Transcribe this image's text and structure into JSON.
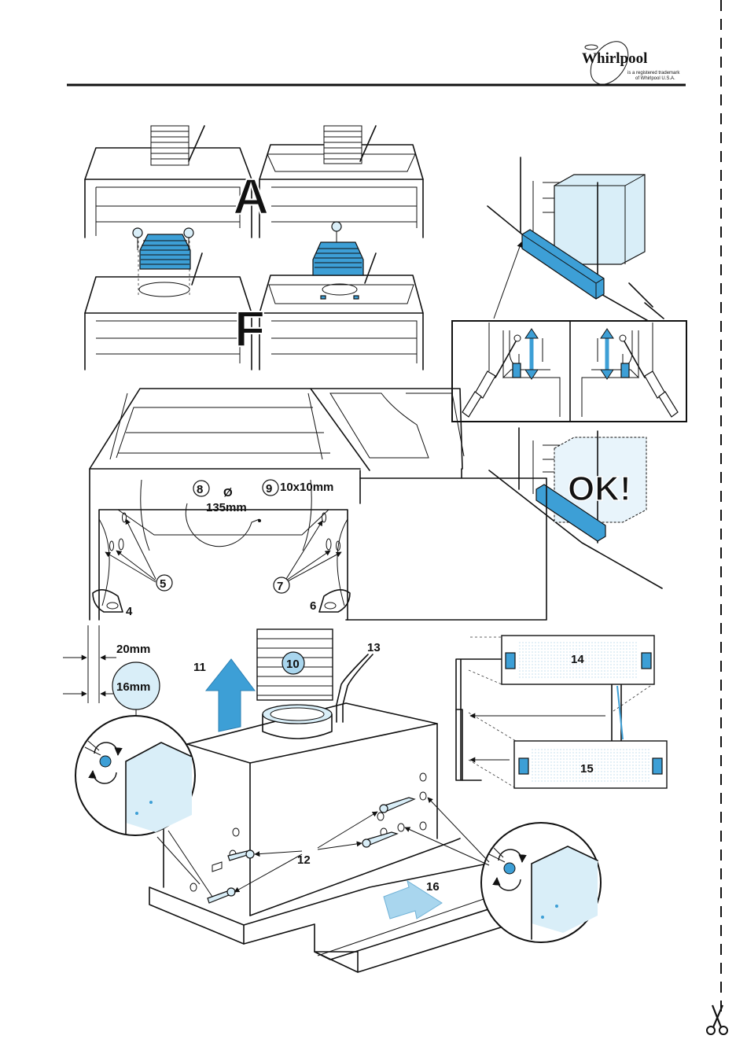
{
  "brand": {
    "logo_text": "Whirlpool",
    "trademark_line1": "is a registered trademark",
    "trademark_line2": "of Whirlpool U.S.A."
  },
  "panels": {
    "top_left": {
      "letter_a": "A",
      "letter_f": "F"
    },
    "right_top": {},
    "right_bottom": {
      "ok_text": "OK!"
    }
  },
  "callouts": {
    "c4": "4",
    "c5": "5",
    "c6": "6",
    "c7": "7",
    "c8": "8",
    "diameter_symbol": "Ø",
    "diameter_value": "135mm",
    "c9": "9",
    "hole_size": "10x10mm",
    "c10": "10",
    "c11": "11",
    "c12": "12",
    "c13": "13",
    "c14": "14",
    "c15": "15",
    "c16": "16",
    "dim_20": "20mm",
    "dim_16": "16mm"
  },
  "colors": {
    "accent_blue": "#3d9fd6",
    "light_blue": "#d9eef8",
    "line": "#111111"
  },
  "icons": [
    "scissors-icon",
    "screwdriver-icon",
    "screw-icon",
    "arrow-icon"
  ]
}
